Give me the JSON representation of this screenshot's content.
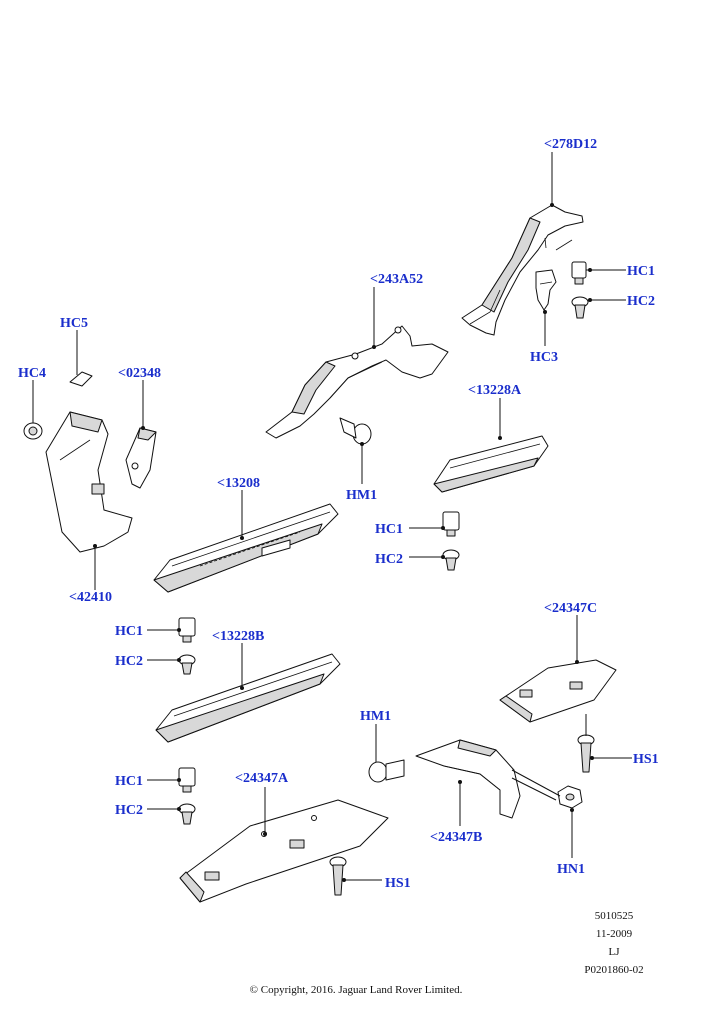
{
  "labels": {
    "p278D12": "<278D12",
    "p243A52": "<243A52",
    "p13228A": "<13228A",
    "p13208": "<13208",
    "p13228B": "<13228B",
    "p24347C": "<24347C",
    "p24347A": "<24347A",
    "p24347B": "<24347B",
    "p02348": "<02348",
    "p42410": "<42410",
    "hc1_a": "HC1",
    "hc2_a": "HC2",
    "hc3": "HC3",
    "hc5": "HC5",
    "hc4": "HC4",
    "hm1_a": "HM1",
    "hc1_b": "HC1",
    "hc2_b": "HC2",
    "hc1_c": "HC1",
    "hc2_c": "HC2",
    "hc1_d": "HC1",
    "hc2_d": "HC2",
    "hs1_a": "HS1",
    "hm1_b": "HM1",
    "hs1_b": "HS1",
    "hn1": "HN1"
  },
  "meta": {
    "ref": "5010525",
    "date": "11-2009",
    "initials": "LJ",
    "code": "P0201860-02"
  },
  "copyright": "© Copyright, 2016. Jaguar Land Rover Limited."
}
